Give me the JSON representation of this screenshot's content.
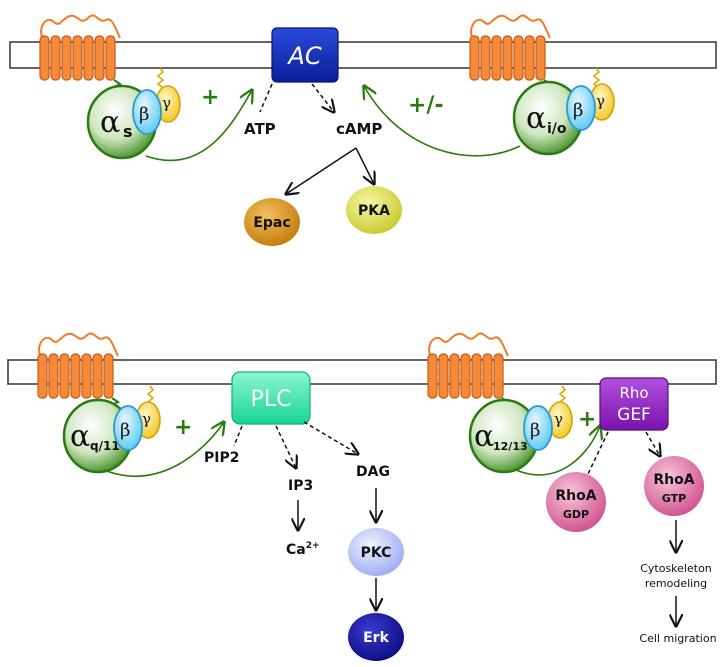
{
  "colors": {
    "membrane_fill": "#ffffff",
    "membrane_stroke": "#333333",
    "receptor": "#f07a2a",
    "g_alpha": "#3d8c1f",
    "g_beta": "#58c8f2",
    "g_gamma": "#f2c624",
    "activation_arrow": "#2b7a12",
    "ac": "#1030b8",
    "plc": "#22e0a0",
    "rhogef": "#8e1fbe",
    "epac": "#d18a0a",
    "pka": "#d7d83a",
    "pkc": "#b8c4f4",
    "erk": "#12129a",
    "rhoa": "#d8629a"
  },
  "panel_top_left": {
    "alpha_symbol": "α",
    "alpha_sub": "s",
    "beta": "β",
    "gamma": "γ",
    "effect": "+"
  },
  "panel_top_right": {
    "alpha_symbol": "α",
    "alpha_sub": "i/o",
    "beta": "β",
    "gamma": "γ",
    "effect": "+/-"
  },
  "panel_bottom_left": {
    "alpha_symbol": "α",
    "alpha_sub": "q/11",
    "beta": "β",
    "gamma": "γ",
    "effect": "+"
  },
  "panel_bottom_right": {
    "alpha_symbol": "α",
    "alpha_sub": "12/13",
    "beta": "β",
    "gamma": "γ",
    "effect": "+"
  },
  "ac_pathway": {
    "enzyme": "AC",
    "substrate": "ATP",
    "product": "cAMP",
    "targets": [
      "Epac",
      "PKA"
    ]
  },
  "plc_pathway": {
    "enzyme": "PLC",
    "substrate": "PIP2",
    "products": [
      "IP3",
      "DAG"
    ],
    "ca": "Ca",
    "ca_sup": "2+",
    "pkc": "PKC",
    "erk": "Erk"
  },
  "rho_pathway": {
    "gef_line1": "Rho",
    "gef_line2": "GEF",
    "rhoa_gdp_name": "RhoA",
    "rhoa_gdp_state": "GDP",
    "rhoa_gtp_name": "RhoA",
    "rhoa_gtp_state": "GTP",
    "outcome_line1": "Cytoskeleton",
    "outcome_line2": "remodeling",
    "outcome_final": "Cell migration"
  }
}
